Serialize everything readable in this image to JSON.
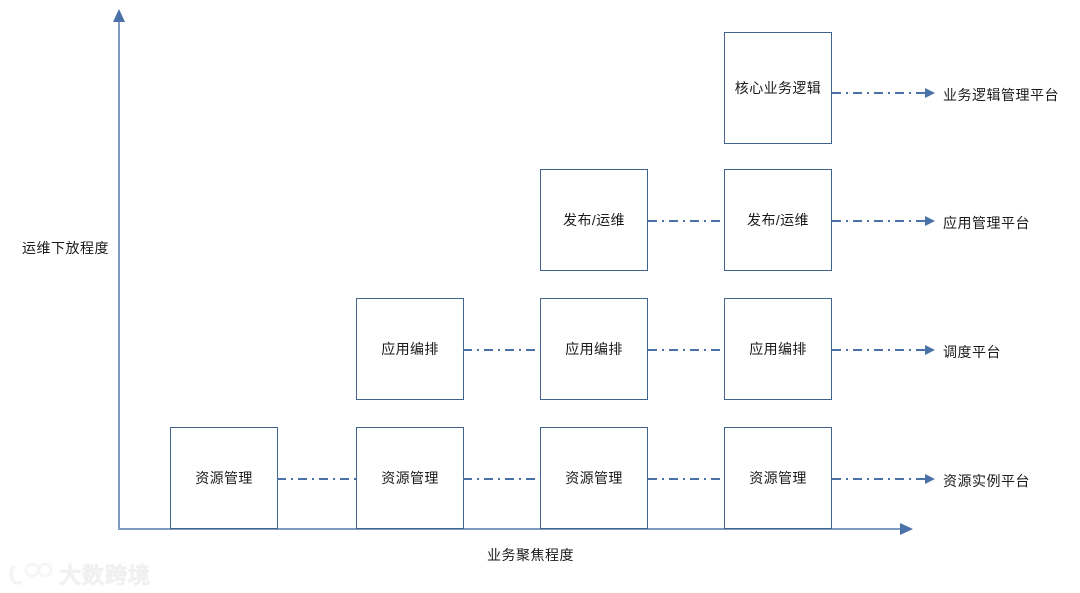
{
  "diagram": {
    "type": "matrix-progression-diagram",
    "axes": {
      "y_label": "运维下放程度",
      "x_label": "业务聚焦程度",
      "y_arrow_icon": "arrow-up-icon",
      "x_arrow_icon": "arrow-right-icon"
    },
    "rows": [
      {
        "id": "row-1",
        "platform": "业务逻辑管理平台",
        "boxes": [
          {
            "column": 4,
            "label": "核心业务逻辑"
          }
        ]
      },
      {
        "id": "row-2",
        "platform": "应用管理平台",
        "boxes": [
          {
            "column": 3,
            "label": "发布/运维"
          },
          {
            "column": 4,
            "label": "发布/运维"
          }
        ]
      },
      {
        "id": "row-3",
        "platform": "调度平台",
        "boxes": [
          {
            "column": 2,
            "label": "应用编排"
          },
          {
            "column": 3,
            "label": "应用编排"
          },
          {
            "column": 4,
            "label": "应用编排"
          }
        ]
      },
      {
        "id": "row-4",
        "platform": "资源实例平台",
        "boxes": [
          {
            "column": 1,
            "label": "资源管理"
          },
          {
            "column": 2,
            "label": "资源管理"
          },
          {
            "column": 3,
            "label": "资源管理"
          },
          {
            "column": 4,
            "label": "资源管理"
          }
        ]
      }
    ],
    "colors": {
      "box_border": "#41648c",
      "connector": "#4a72a8",
      "axis": "#7f9bbf",
      "text": "#1a1a1a"
    }
  },
  "watermark": {
    "text": "大数跨境",
    "logo_icon": "dashu-logo-icon"
  }
}
